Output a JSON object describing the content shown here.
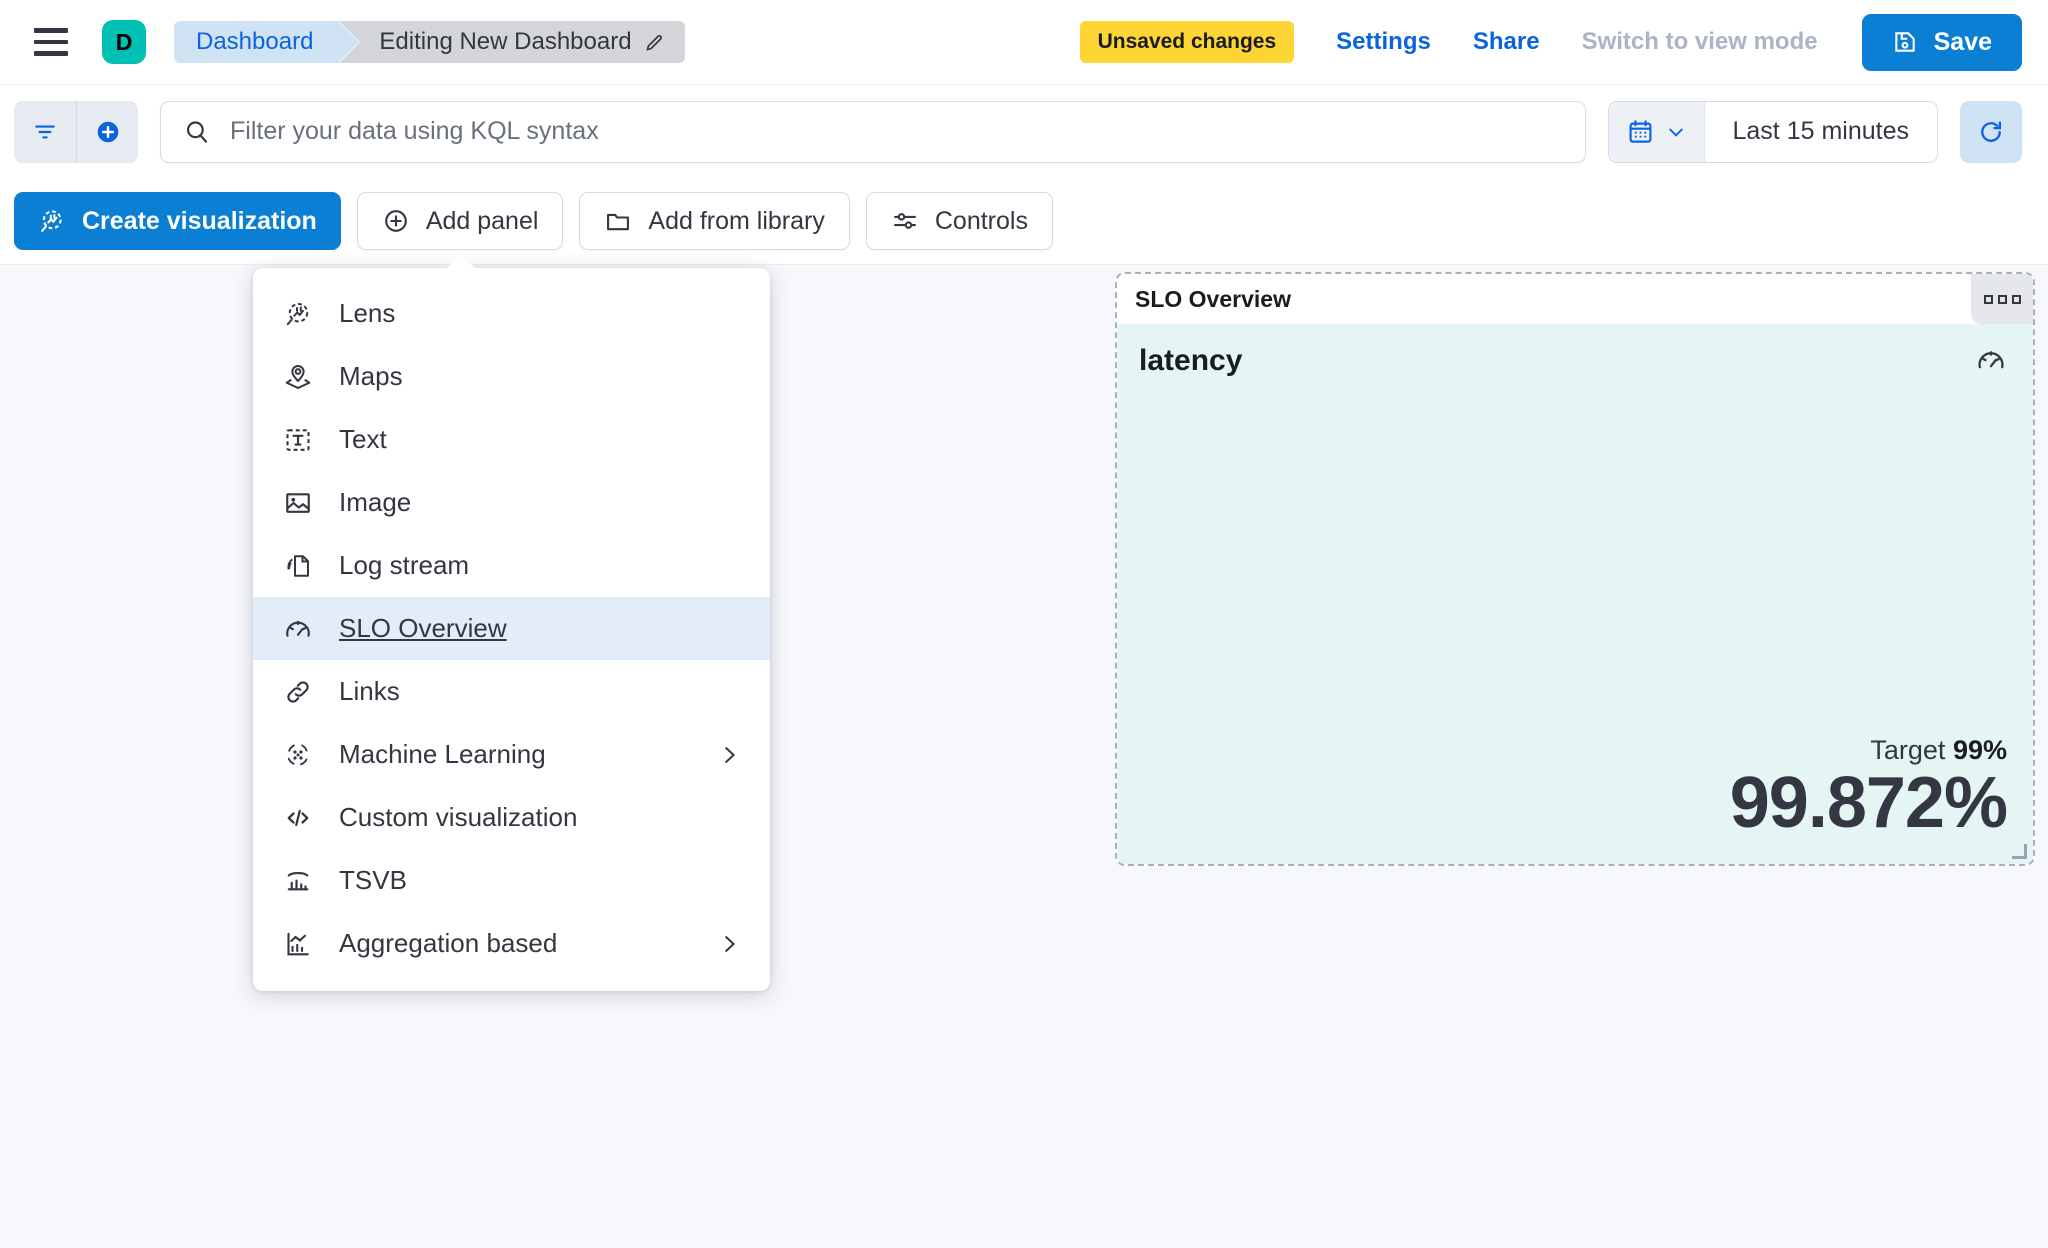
{
  "header": {
    "menu_icon": "hamburger-icon",
    "avatar_letter": "D",
    "avatar_color": "#00BFB3",
    "breadcrumbs": [
      {
        "label": "Dashboard",
        "color": "#0B64DD",
        "bg": "#CFE3F5"
      },
      {
        "label": "Editing New Dashboard",
        "color": "#343741",
        "bg": "#D3D5D9",
        "icon": "pencil-icon"
      }
    ],
    "unsaved_badge": "Unsaved changes",
    "unsaved_badge_color": "#FDD535",
    "settings_label": "Settings",
    "share_label": "Share",
    "switch_view_label": "Switch to view mode",
    "save_label": "Save",
    "save_icon": "save-disk-icon",
    "accent_color": "#0B7FD4"
  },
  "querybar": {
    "filter_icon": "filter-icon",
    "add_filter_icon": "plus-circle-icon",
    "search_icon": "search-icon",
    "search_placeholder": "Filter your data using KQL syntax",
    "search_value": "",
    "calendar_icon": "calendar-icon",
    "chevron_icon": "chevron-down-icon",
    "date_range": "Last 15 minutes",
    "refresh_icon": "refresh-icon"
  },
  "toolbar": {
    "buttons": [
      {
        "label": "Create visualization",
        "icon": "lens-icon",
        "primary": true
      },
      {
        "label": "Add panel",
        "icon": "plus-circle-outline-icon",
        "primary": false
      },
      {
        "label": "Add from library",
        "icon": "folder-icon",
        "primary": false
      },
      {
        "label": "Controls",
        "icon": "controls-icon",
        "primary": false
      }
    ]
  },
  "add_panel_menu": {
    "items": [
      {
        "label": "Lens",
        "icon": "lens-icon",
        "active": false,
        "submenu": false
      },
      {
        "label": "Maps",
        "icon": "map-pin-layers-icon",
        "active": false,
        "submenu": false
      },
      {
        "label": "Text",
        "icon": "text-box-icon",
        "active": false,
        "submenu": false
      },
      {
        "label": "Image",
        "icon": "image-icon",
        "active": false,
        "submenu": false
      },
      {
        "label": "Log stream",
        "icon": "log-stream-icon",
        "active": false,
        "submenu": false
      },
      {
        "label": "SLO Overview",
        "icon": "gauge-icon",
        "active": true,
        "submenu": false
      },
      {
        "label": "Links",
        "icon": "link-icon",
        "active": false,
        "submenu": false
      },
      {
        "label": "Machine Learning",
        "icon": "machine-learning-icon",
        "active": false,
        "submenu": true
      },
      {
        "label": "Custom visualization",
        "icon": "code-icon",
        "active": false,
        "submenu": false
      },
      {
        "label": "TSVB",
        "icon": "tsvb-icon",
        "active": false,
        "submenu": false
      },
      {
        "label": "Aggregation based",
        "icon": "aggregation-icon",
        "active": false,
        "submenu": true
      }
    ]
  },
  "slo_panel": {
    "panel_title": "SLO Overview",
    "context_menu_icon": "panel-context-menu-icon",
    "slo_name": "latency",
    "slo_icon": "gauge-icon",
    "target_label": "Target",
    "target_value": "99%",
    "current_value": "99.872%",
    "body_color": "#E4F5F4"
  }
}
